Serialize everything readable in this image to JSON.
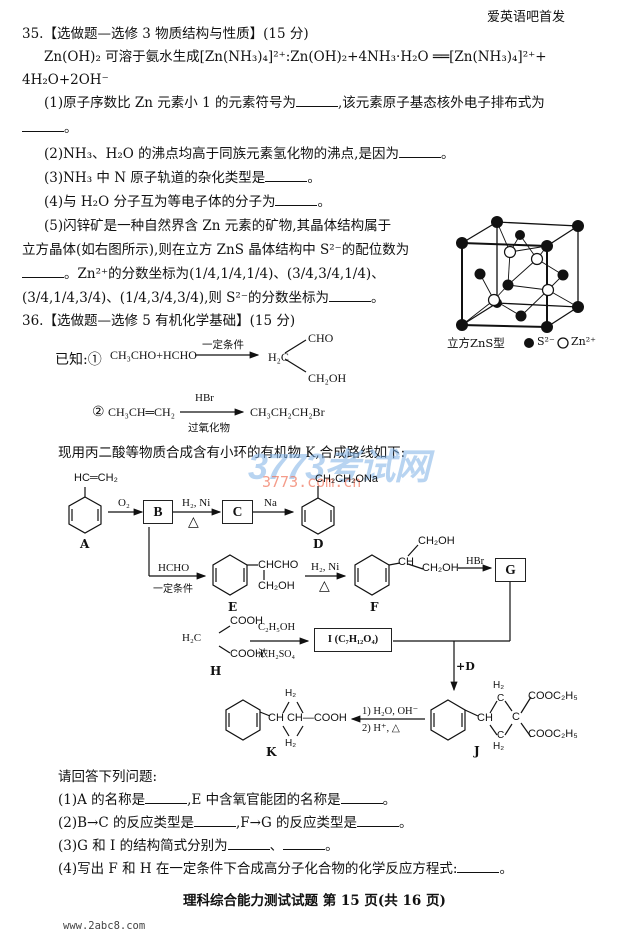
{
  "header": {
    "source_tag": "爱英语吧首发"
  },
  "q35": {
    "title": "35.【选做题—选修 3 物质结构与性质】(15 分)",
    "intro_line1": "Zn(OH)₂ 可溶于氨水生成[Zn(NH₃)₄]²⁺:Zn(OH)₂+4NH₃·H₂O ══[Zn(NH₃)₄]²⁺+",
    "intro_line2": "4H₂O+2OH⁻",
    "p1a": "(1)原子序数比 Zn 元素小 1 的元素符号为",
    "p1b": ",该元素原子基态核外电子排布式为",
    "p1c": "。",
    "p2a": "(2)NH₃、H₂O 的沸点均高于同族元素氢化物的沸点,是因为",
    "p2b": "。",
    "p3a": "(3)NH₃ 中 N 原子轨道的杂化类型是",
    "p3b": "。",
    "p4a": "(4)与 H₂O 分子互为等电子体的分子为",
    "p4b": "。",
    "p5_line1": "(5)闪锌矿是一种自然界含 Zn 元素的矿物,其晶体结构属于",
    "p5_line2": "立方晶体(如右图所示),则在立方 ZnS 晶体结构中 S²⁻的配位数为",
    "p5_line3": "。Zn²⁺的分数坐标为(1/4,1/4,1/4)、(3/4,3/4,1/4)、",
    "p5_line4a": "(3/4,1/4,3/4)、(1/4,3/4,3/4),则 S²⁻的分数坐标为",
    "p5_line4b": "。",
    "figure": {
      "caption": "立方ZnS型",
      "legend_s": "S²⁻",
      "legend_zn": "Zn²⁺"
    }
  },
  "q36": {
    "title": "36.【选做题—选修 5 有机化学基础】(15 分)",
    "known_label": "已知:①",
    "r1_reactants": "CH₃CHO+HCHO",
    "r1_condition": "一定条件",
    "r1_product_core": "H₂C",
    "r1_product_top": "CHO",
    "r1_product_bottom": "CH₂OH",
    "r2_label": "②",
    "r2_reactant": "CH₃CH═CH₂",
    "r2_reagent": "HBr",
    "r2_condition": "过氧化物",
    "r2_product": "CH₃CH₂CH₂Br",
    "route_intro": "现用丙二酸等物质合成含有小环的有机物 K,合成路线如下:",
    "scheme": {
      "A_sub": "HC═CH₂",
      "A": "A",
      "o2": "O₂",
      "B": "B",
      "h2ni": "H₂, Ni",
      "delta": "△",
      "C": "C",
      "na": "Na",
      "D_sub": "CH₂CH₂ONa",
      "D": "D",
      "hcho": "HCHO",
      "cond": "一定条件",
      "E_sub1": "CHCHO",
      "E_sub2": "CH₂OH",
      "E": "E",
      "F_ch": "CH",
      "F_sub1": "CH₂OH",
      "F_sub2": "CH₂OH",
      "F": "F",
      "hbr": "HBr",
      "G": "G",
      "H_core": "H₂C",
      "H_top": "COOH",
      "H_bottom": "COOH",
      "H": "H",
      "c2h5oh": "C₂H₅OH",
      "h2so4": "浓H₂SO₄",
      "I_box": "I (C₇H₁₂O₄)",
      "plus_d": "+D",
      "J_h2_top": "H₂",
      "J_h2_bottom": "H₂",
      "J_ch": "CH",
      "J_c": "C",
      "J_cl": "C",
      "J_cb": "C",
      "J_ester1": "COOC₂H₅",
      "J_ester2": "COOC₂H₅",
      "J": "J",
      "step1": "1) H₂O, OH⁻",
      "step2": "2) H⁺, △",
      "K_chain": "CH  CH—COOH",
      "K_h2_top": "H₂",
      "K_h2_bottom": "H₂",
      "K": "K"
    },
    "ask": "请回答下列问题:",
    "s1a": "(1)A 的名称是",
    "s1b": ",E 中含氧官能团的名称是",
    "s1c": "。",
    "s2a": "(2)B→C 的反应类型是",
    "s2b": ",F→G 的反应类型是",
    "s2c": "。",
    "s3a": "(3)G 和 I 的结构简式分别为",
    "s3b": "、",
    "s3c": "。",
    "s4a": "(4)写出 F 和 H 在一定条件下合成高分子化合物的化学反应方程式:",
    "s4b": "。"
  },
  "footer": {
    "page_label": "理科综合能力测试试题 第 15 页(共 16 页)",
    "site": "www.2abc8.com"
  },
  "watermark": {
    "main": "3773考试网",
    "sub": "3773.com.cn"
  }
}
